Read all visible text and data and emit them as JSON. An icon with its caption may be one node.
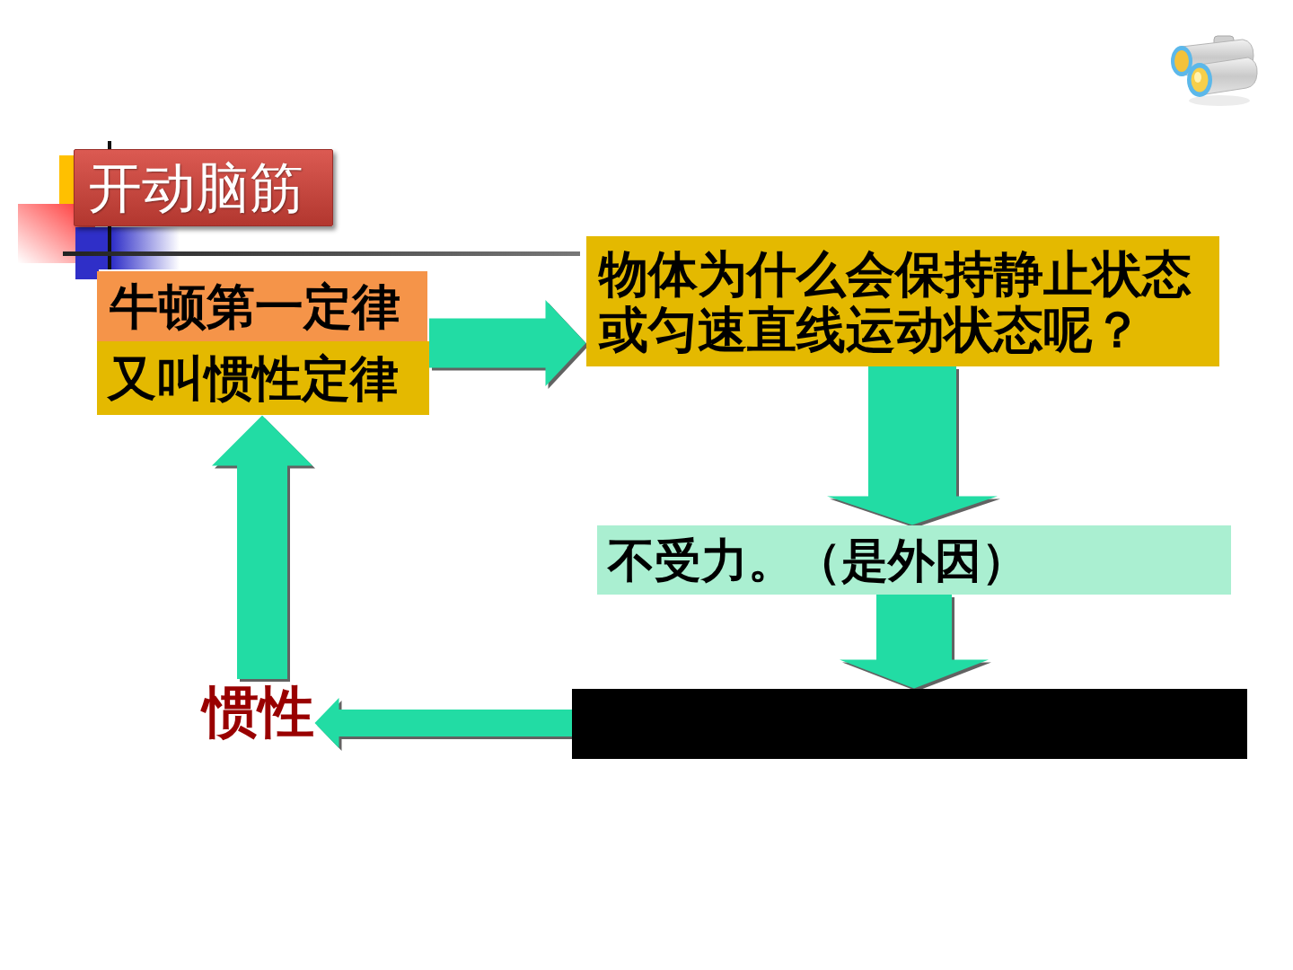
{
  "diagram": {
    "title": "开动脑筋",
    "nodes": [
      {
        "text": [
          "牛顿第一定律"
        ]
      },
      {
        "text": [
          "又叫惯性定律"
        ]
      },
      {
        "text": [
          "物体为什么会保持静止状态或匀速直线运动状态呢？"
        ]
      },
      {
        "text": [
          "不受力。（是外因）"
        ]
      },
      {
        "text": [],
        "shape": "box"
      },
      {
        "text": [
          "惯性"
        ]
      }
    ],
    "edges": [
      {
        "from": 0,
        "to": 2,
        "arrow": "to"
      },
      {
        "from": 1,
        "to": 2,
        "arrow": "to"
      },
      {
        "from": 2,
        "to": 3,
        "arrow": "to"
      },
      {
        "from": 3,
        "to": 4,
        "arrow": "to"
      },
      {
        "from": 4,
        "to": 5,
        "arrow": "to"
      },
      {
        "from": 5,
        "to": 1,
        "arrow": "to"
      }
    ]
  }
}
